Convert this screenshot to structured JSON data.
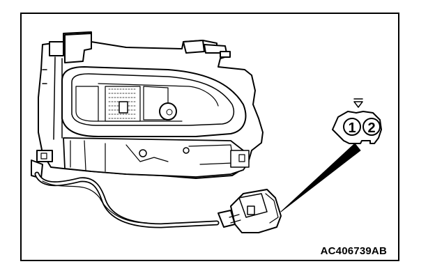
{
  "figure": {
    "code": "AC406739AB",
    "connector_pins": [
      "1",
      "2"
    ],
    "line_color": "#000000",
    "background": "#ffffff"
  }
}
